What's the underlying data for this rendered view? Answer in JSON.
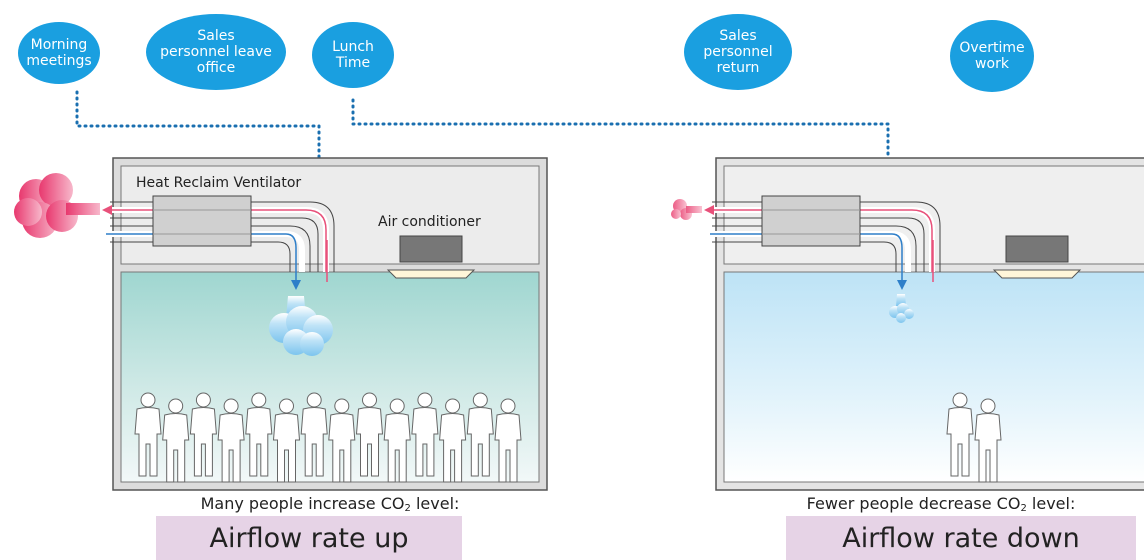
{
  "timeline": [
    {
      "id": "morning",
      "label": "Morning\nmeetings"
    },
    {
      "id": "sales-leave",
      "label": "Sales\npersonnel leave\noffice"
    },
    {
      "id": "lunch",
      "label": "Lunch\nTime"
    },
    {
      "id": "sales-return",
      "label": "Sales\npersonnel\nreturn"
    },
    {
      "id": "overtime",
      "label": "Overtime\nwork"
    }
  ],
  "left_panel": {
    "hrv_label": "Heat Reclaim Ventilator",
    "ac_label": "Air conditioner",
    "caption_pre": "Many people increase CO",
    "caption_sub": "2",
    "caption_post": " level:",
    "result": "Airflow rate up",
    "people_count": 14
  },
  "right_panel": {
    "caption_pre": "Fewer people decrease CO",
    "caption_sub": "2",
    "caption_post": " level:",
    "result": "Airflow rate down",
    "people_count": 2
  },
  "colors": {
    "bubble": "#1a9fe0",
    "exhaust": "#e8507a",
    "supply": "#2e7fc9",
    "result_bg": "#e6d3e6"
  }
}
